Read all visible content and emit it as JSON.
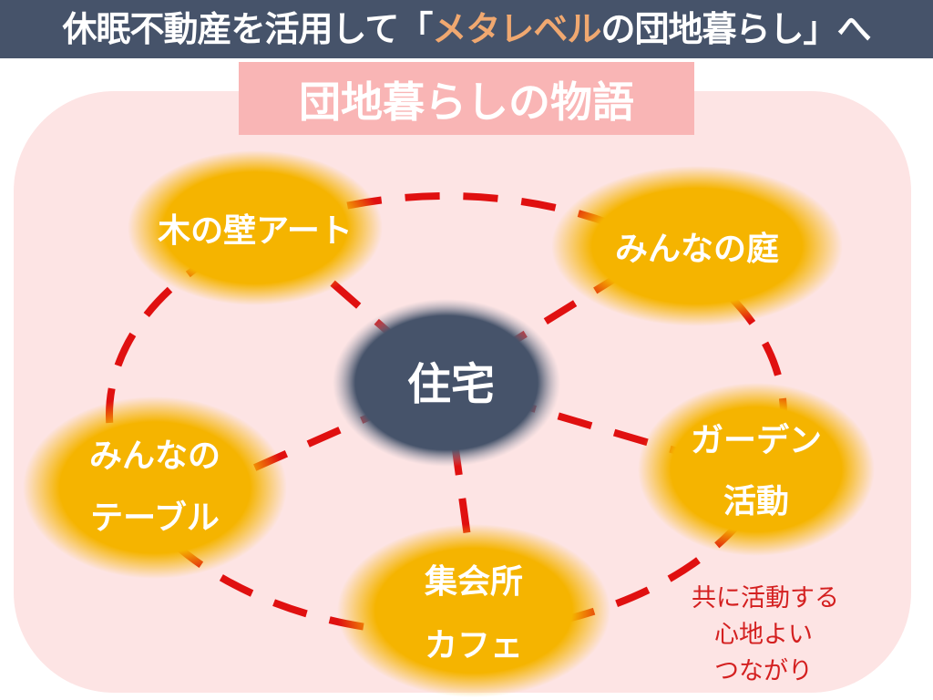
{
  "header": {
    "title_before": "休眠不動産を活用して「",
    "title_accent": "メタレベル",
    "title_after": "の団地暮らし」へ"
  },
  "panel_title": "団地暮らしの物語",
  "center_node": "住宅",
  "nodes": {
    "wood_wall_art": [
      "木の壁アート"
    ],
    "shared_garden": [
      "みんなの庭"
    ],
    "shared_table": [
      "みんなの",
      "テーブル"
    ],
    "garden_activity": [
      "ガーデン",
      "活動"
    ],
    "meeting_cafe": [
      "集会所",
      "カフェ"
    ]
  },
  "note": [
    "共に活動する",
    "心地よい",
    "つながり"
  ],
  "colors": {
    "header_bg": "#46536a",
    "accent": "#f0a870",
    "panel_bg": "#fde4e4",
    "title_bg": "#f9b5b5",
    "node_fill": "#f5b400",
    "center_fill": "#46536a",
    "dash": "#e01010"
  }
}
